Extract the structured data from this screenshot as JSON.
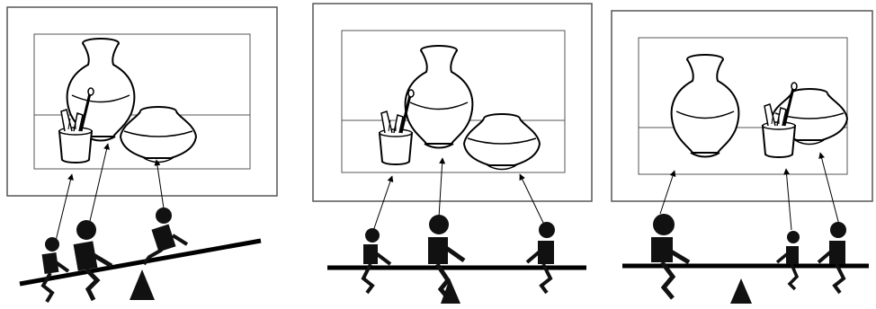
{
  "colors": {
    "background": "#ffffff",
    "frame_stroke": "#555555",
    "line": "#000000",
    "figure_fill": "#111111"
  },
  "panels": [
    {
      "id": "panel-1",
      "description_icon": "seesaw-tilted",
      "figures": 3,
      "objects": [
        "vase",
        "brush-cup",
        "round-pot"
      ]
    },
    {
      "id": "panel-2",
      "description_icon": "seesaw-level",
      "figures": 3,
      "objects": [
        "vase",
        "brush-cup",
        "round-pot"
      ]
    },
    {
      "id": "panel-3",
      "description_icon": "seesaw-level",
      "figures": 3,
      "objects": [
        "vase",
        "brush-cup",
        "round-pot"
      ]
    }
  ]
}
